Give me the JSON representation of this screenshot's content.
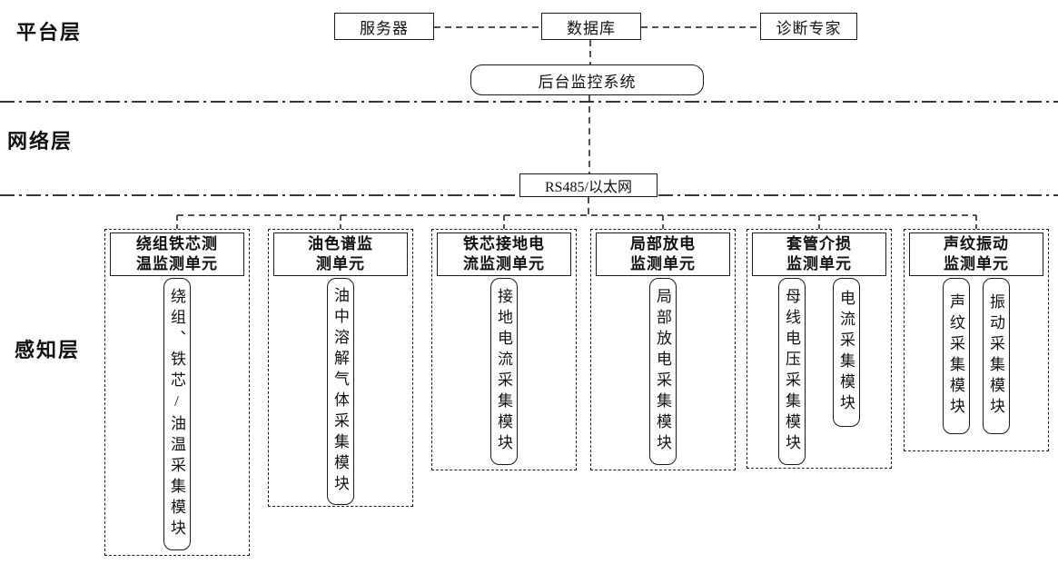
{
  "layers": {
    "platform": "平台层",
    "network": "网络层",
    "perception": "感知层"
  },
  "platform": {
    "server": "服务器",
    "database": "数据库",
    "expert": "诊断专家",
    "monitor": "后台监控系统"
  },
  "network": {
    "bus": "RS485/以太网"
  },
  "units": [
    {
      "title": "绕组铁芯测\n温监测单元",
      "modules": [
        "绕组、铁芯/油温采集模块"
      ]
    },
    {
      "title": "油色谱监\n测单元",
      "modules": [
        "油中溶解气体采集模块"
      ]
    },
    {
      "title": "铁芯接地电\n流监测单元",
      "modules": [
        "接地电流采集模块"
      ]
    },
    {
      "title": "局部放电\n监测单元",
      "modules": [
        "局部放电采集模块"
      ]
    },
    {
      "title": "套管介损\n监测单元",
      "modules": [
        "母线电压采集模块",
        "电流采集模块"
      ]
    },
    {
      "title": "声纹振动\n监测单元",
      "modules": [
        "声纹采集模块",
        "振动采集模块"
      ]
    }
  ],
  "colors": {
    "line": "#1a1a1a",
    "background": "#ffffff"
  }
}
